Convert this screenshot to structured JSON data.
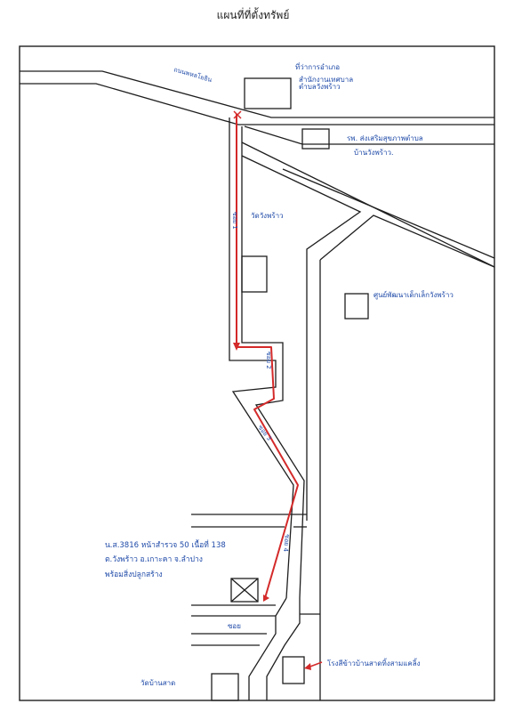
{
  "page": {
    "title": "แผนที่ที่ตั้งทรัพย์"
  },
  "colors": {
    "route": "#d42a2a",
    "label": "#1f4aa8",
    "line": "#1e1e1e"
  },
  "labels": {
    "district_office": "ที่ว่าการอำเภอ",
    "municipal_office_1": "สำนักงานเทศบาล",
    "municipal_office_2": "ตำบลวังพร้าว",
    "health_center_1": "รพ. ส่งเสริมสุขภาพตำบล",
    "health_center_2": "บ้านวังพร้าว.",
    "temple_wang_phrao": "วัดวังพร้าว",
    "school": "ศูนย์พัฒนาเด็กเล็กวังพร้าว",
    "property_line1": "น.ส.3816 หน้าสำรวจ 50 เนื้อที่ 138",
    "property_line2": "ต.วังพร้าว อ.เกาะคา จ.ลำปาง",
    "property_line3": "พร้อมสิ่งปลูกสร้าง",
    "bridge": "ซอย",
    "temple_bottom": "วัดบ้านสาด",
    "rice_mill": "โรงสีข้าวบ้านสาดทิ้งสามแคลิ้ง"
  },
  "road_names": {
    "main_road": "ถนนพหลโยธิน",
    "soi_1": "ซอย 1",
    "soi_2": "ซอย 2",
    "soi_3": "ซอย 3",
    "soi_4": "ซอย 4"
  },
  "icons": {
    "start_marker": "x-mark-icon",
    "route_arrow": "arrow-head-icon",
    "property_marker": "crossed-box-icon"
  }
}
